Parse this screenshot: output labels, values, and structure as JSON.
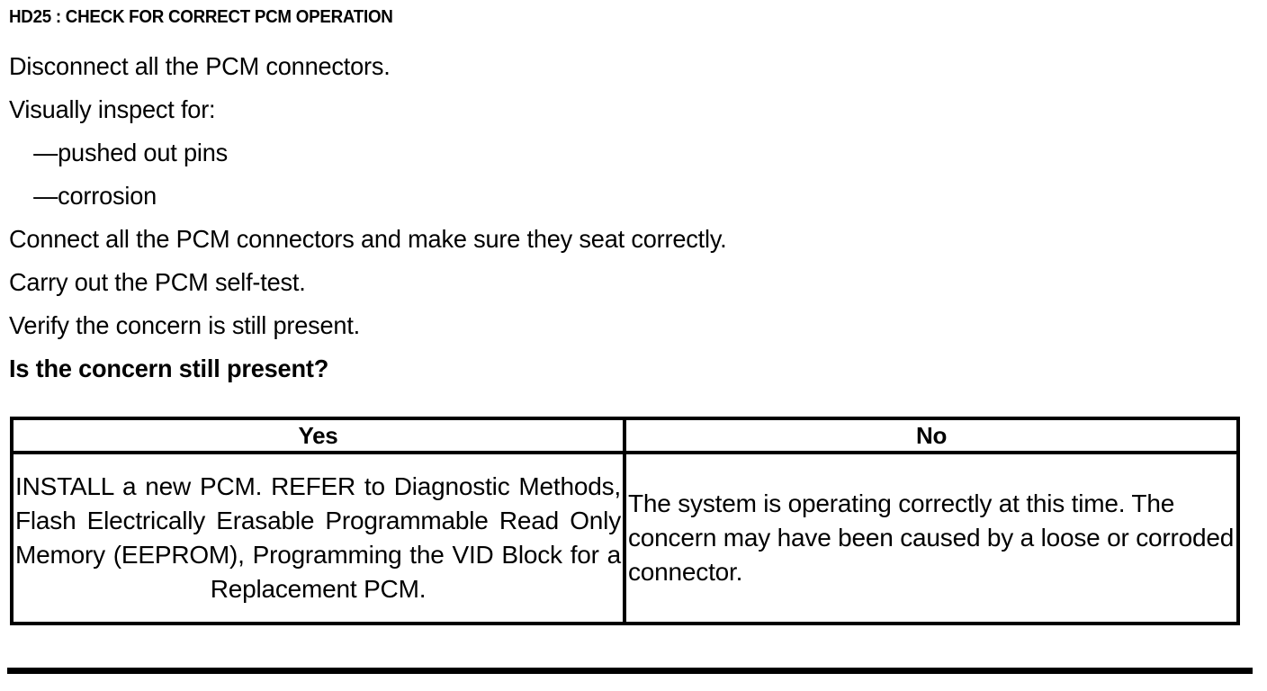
{
  "document": {
    "section_title": "HD25 : CHECK FOR CORRECT PCM OPERATION",
    "steps": [
      {
        "text": "Disconnect all the PCM connectors.",
        "style": "normal",
        "indent": false
      },
      {
        "text": "Visually inspect for:",
        "style": "normal",
        "indent": false
      },
      {
        "text": "—pushed out pins",
        "style": "normal",
        "indent": true
      },
      {
        "text": "—corrosion",
        "style": "normal",
        "indent": true
      },
      {
        "text": "Connect all the PCM connectors and make sure they seat correctly.",
        "style": "normal",
        "indent": false
      },
      {
        "text": "Carry out the PCM self-test.",
        "style": "normal",
        "indent": false
      },
      {
        "text": "Verify the concern is still present.",
        "style": "normal",
        "indent": false
      },
      {
        "text": "Is the concern still present?",
        "style": "bold",
        "indent": false
      }
    ],
    "decision_table": {
      "headers": [
        "Yes",
        "No"
      ],
      "cells": [
        "INSTALL a new PCM. REFER to Diagnostic Methods, Flash Electrically Erasable Programmable Read Only Memory (EEPROM), Programming the VID Block for a Replacement PCM.",
        "The system is operating correctly at this time. The concern may have been caused by a loose or corroded connector."
      ]
    },
    "colors": {
      "text": "#000000",
      "background": "#ffffff",
      "rule": "#000000",
      "table_border": "#000000"
    }
  }
}
